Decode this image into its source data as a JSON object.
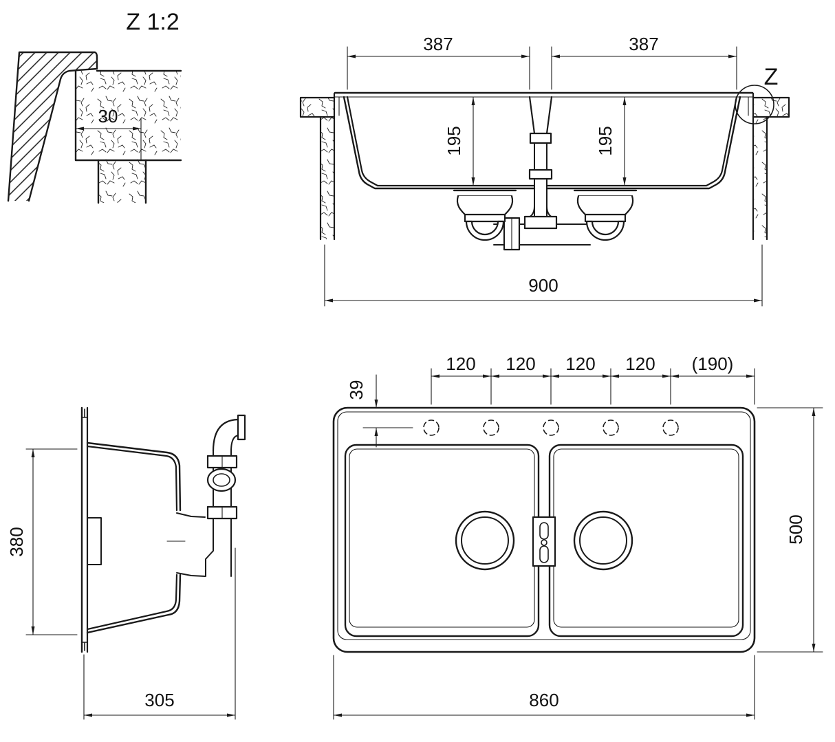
{
  "colors": {
    "line": "#1a1a1a",
    "background": "#ffffff"
  },
  "detail_view": {
    "title": "Z 1:2",
    "counter_overhang": "30"
  },
  "front_view": {
    "detail_marker": "Z",
    "left_bowl_width": "387",
    "right_bowl_width": "387",
    "left_bowl_depth": "195",
    "right_bowl_depth": "195",
    "overall_width": "900"
  },
  "side_view": {
    "bowl_length": "380",
    "overall_depth": "305"
  },
  "top_view": {
    "hole_pitches": [
      "120",
      "120",
      "120",
      "120"
    ],
    "edge_distance": "(190)",
    "hole_edge_offset": "39",
    "overall_width": "860",
    "overall_depth": "500"
  }
}
